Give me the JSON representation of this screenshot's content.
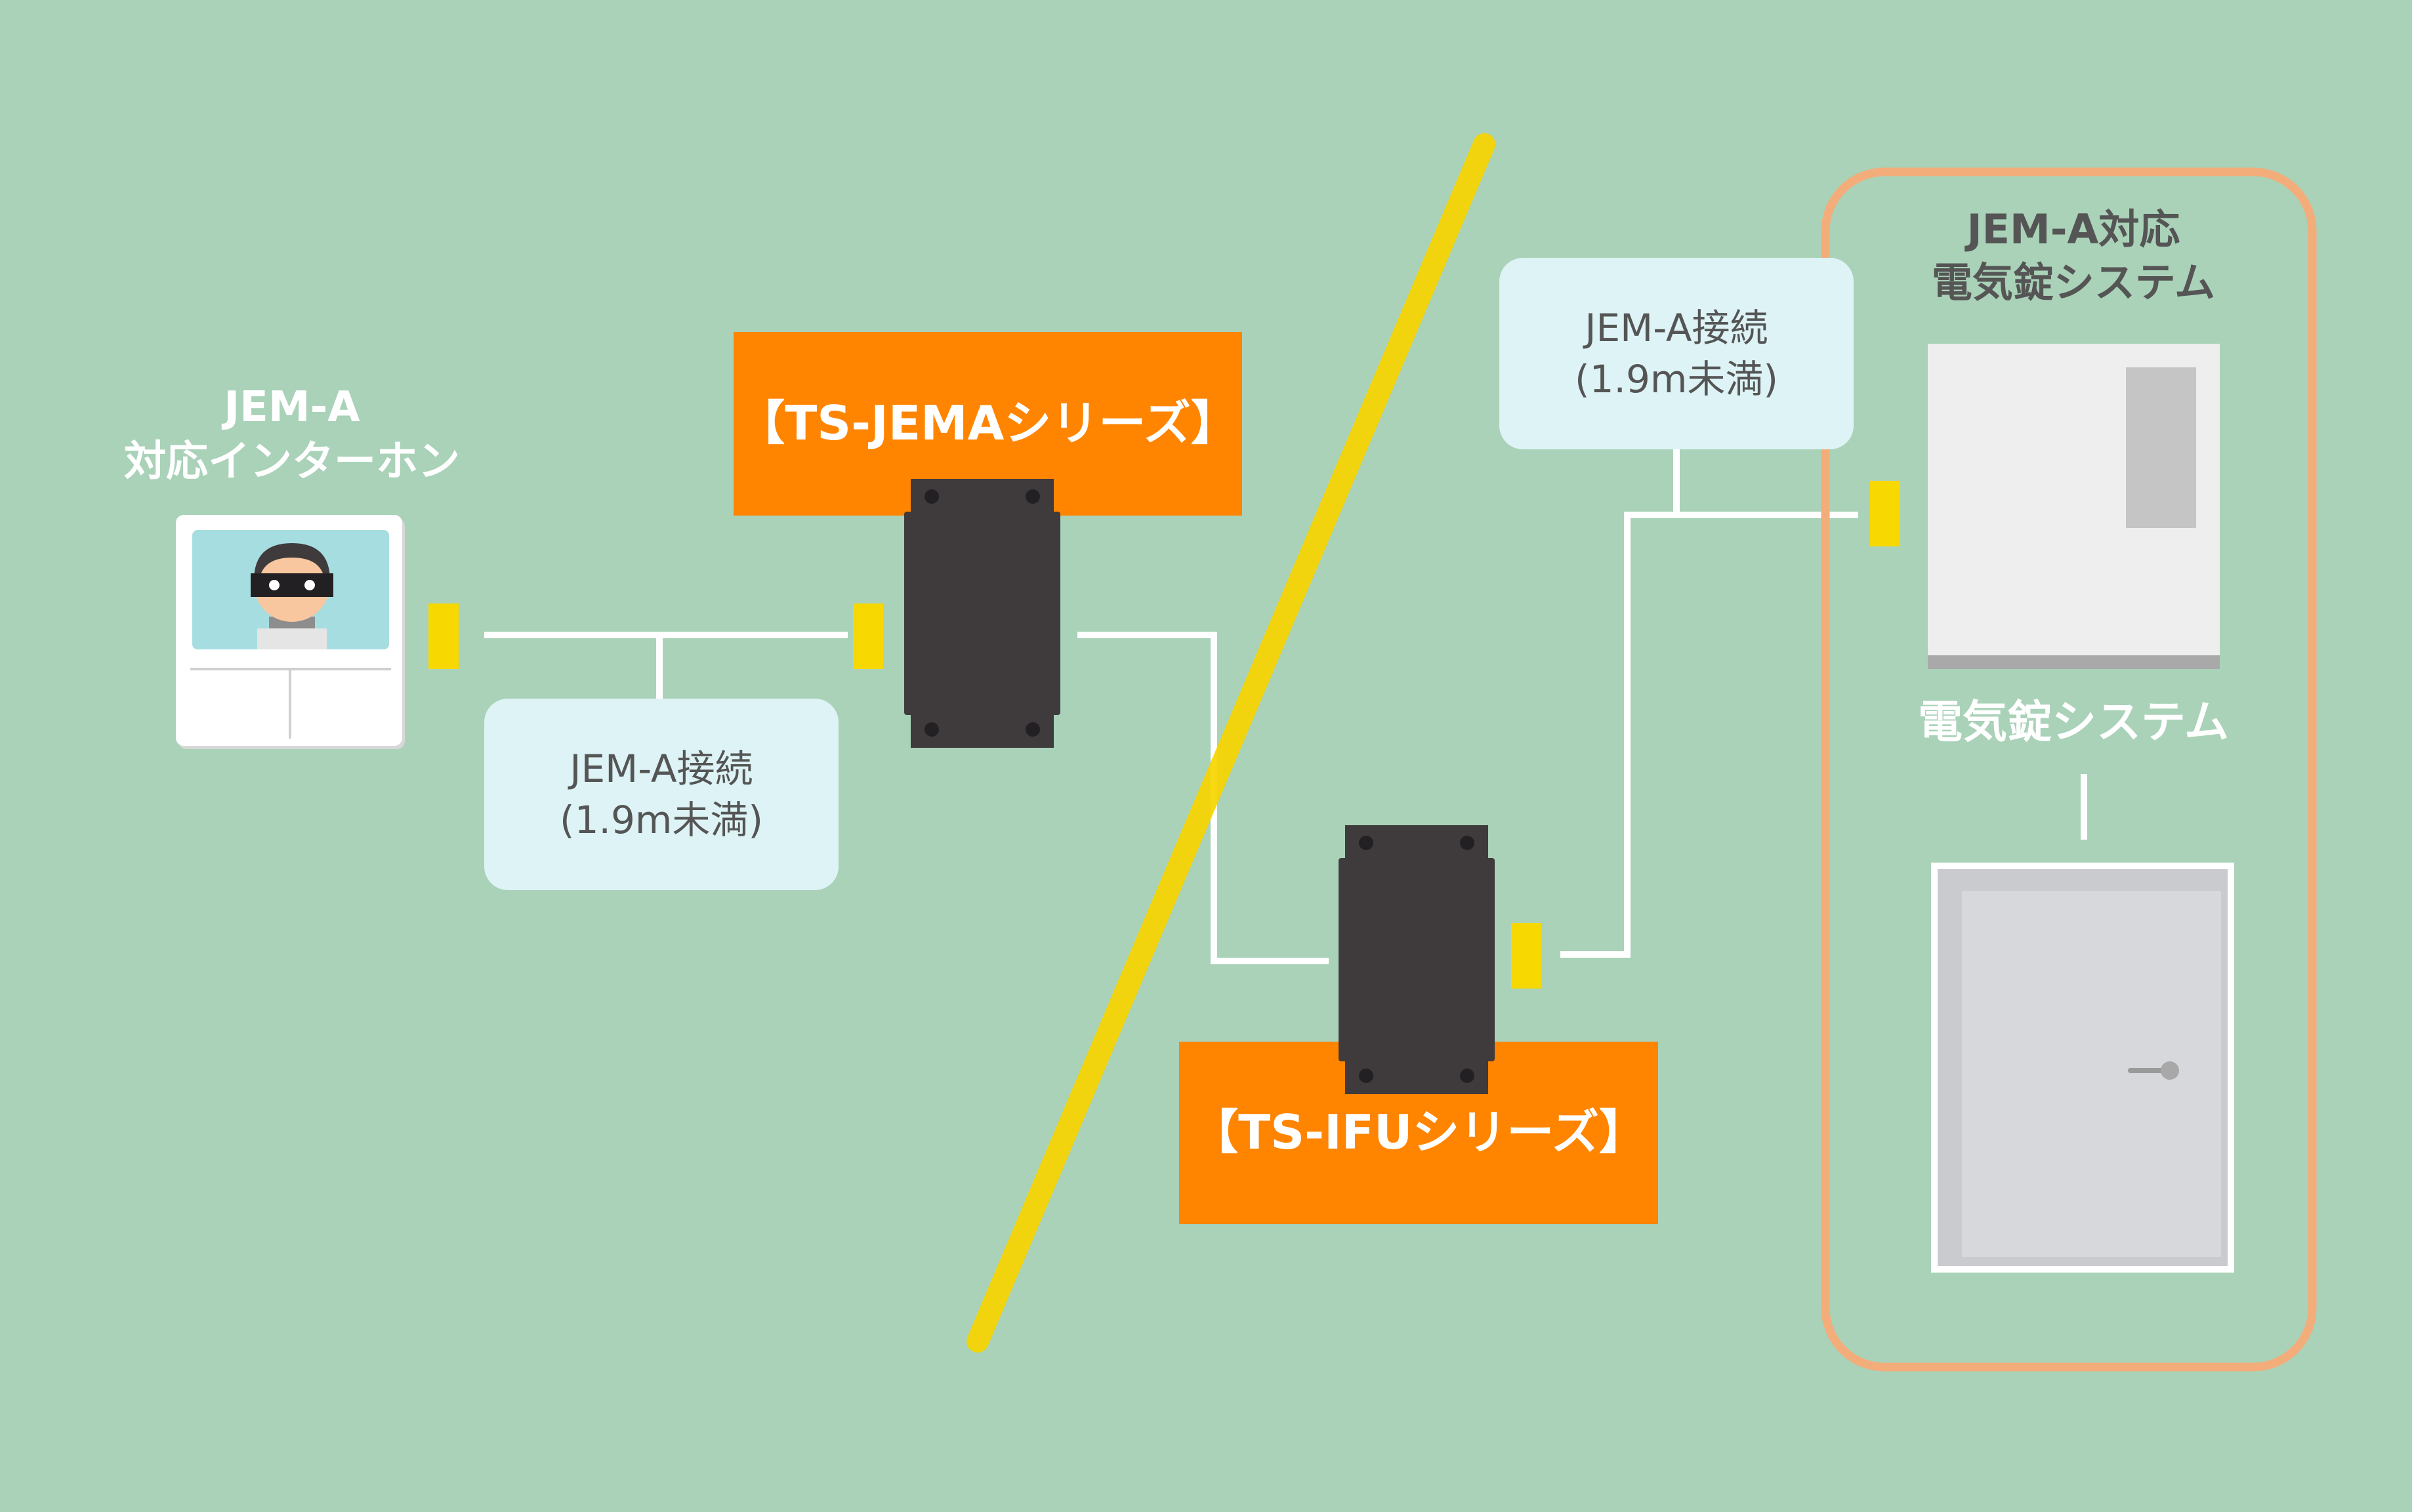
{
  "intercom": {
    "title_line1": "JEM-A",
    "title_line2": "対応インターホン"
  },
  "adapter_left": {
    "label": "【TS-JEMAシリーズ】"
  },
  "adapter_right": {
    "label": "【TS-IFUシリーズ】"
  },
  "connection_left": {
    "line1": "JEM-A接続",
    "line2": "(1.9m未満)"
  },
  "connection_right": {
    "line1": "JEM-A接続",
    "line2": "(1.9m未満)"
  },
  "lock_system": {
    "title_line1": "JEM-A対応",
    "title_line2": "電気錠システム",
    "caption": "電気錠システム"
  },
  "colors": {
    "background": "#a9d2b8",
    "label_orange": "#ff8500",
    "divider_yellow": "#f8d500",
    "frame_orange": "#f3ad7a",
    "connector_yellow": "#f7d800",
    "device_dark": "#3f3a3c",
    "bubble": "#ddf3f5"
  },
  "icons": [
    "intercom-monitor-icon",
    "masked-person-icon",
    "adapter-box-icon",
    "lock-controller-icon",
    "door-icon"
  ]
}
